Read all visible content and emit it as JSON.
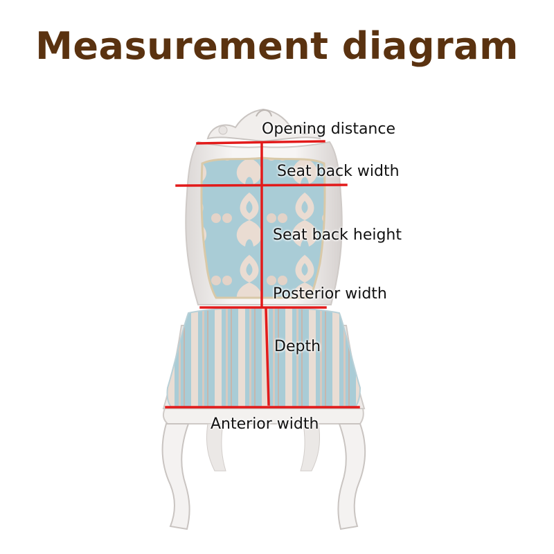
{
  "title": "Measurement diagram",
  "colors": {
    "title": "#5a3210",
    "measure_line": "#e21a1a",
    "frame": "#f4f2f1",
    "fabric": "#a9ccd6",
    "pattern": "#eadcd2"
  },
  "labels": {
    "opening_distance": "Opening distance",
    "seat_back_width": "Seat back width",
    "seat_back_height": "Seat back height",
    "posterior_width": "Posterior width",
    "depth": "Depth",
    "anterior_width": "Anterior width"
  }
}
